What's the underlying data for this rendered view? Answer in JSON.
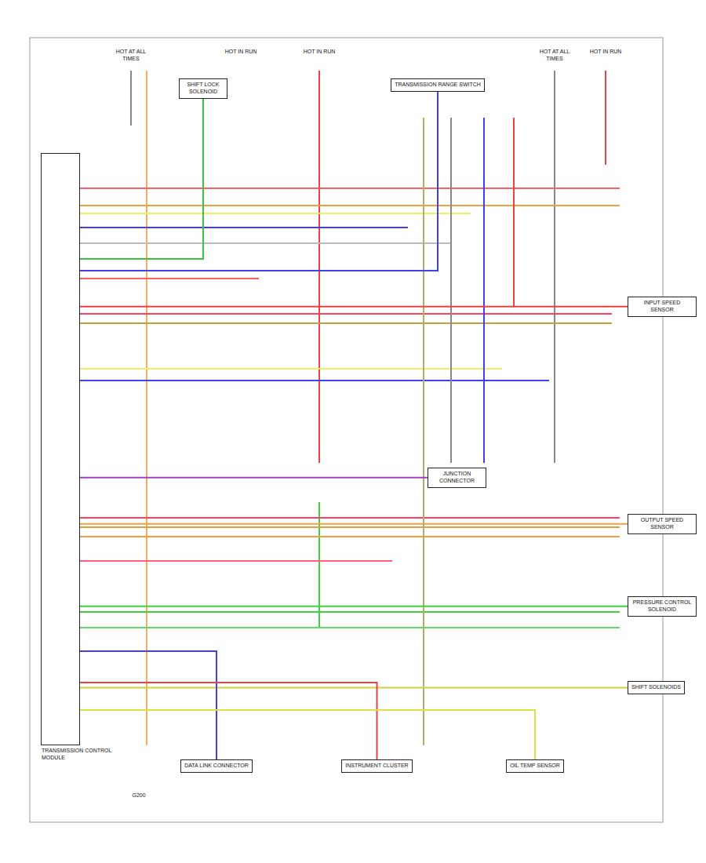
{
  "diagram": {
    "nodes": [
      {
        "text": [
          "TRANSMISSION CONTROL MODULE"
        ]
      },
      {
        "text": [
          "SHIFT LOCK SOLENOID"
        ]
      },
      {
        "text": [
          "TRANSMISSION RANGE SWITCH"
        ]
      },
      {
        "text": [
          "INPUT SPEED SENSOR"
        ]
      },
      {
        "text": [
          "OUTPUT SPEED SENSOR"
        ]
      },
      {
        "text": [
          "PRESSURE CONTROL SOLENOID"
        ]
      },
      {
        "text": [
          "SHIFT SOLENOIDS"
        ]
      },
      {
        "text": [
          "DATA LINK CONNECTOR"
        ]
      },
      {
        "text": [
          "INSTRUMENT CLUSTER"
        ]
      },
      {
        "text": [
          "OIL TEMP SENSOR"
        ]
      },
      {
        "text": [
          "JUNCTION CONNECTOR"
        ]
      }
    ],
    "edges": [
      {
        "from": 0,
        "to": 1,
        "arrow": "none"
      },
      {
        "from": 0,
        "to": 2,
        "arrow": "none"
      },
      {
        "from": 0,
        "to": 3,
        "arrow": "none"
      },
      {
        "from": 0,
        "to": 4,
        "arrow": "none"
      },
      {
        "from": 0,
        "to": 5,
        "arrow": "none"
      },
      {
        "from": 0,
        "to": 6,
        "arrow": "none"
      },
      {
        "from": 0,
        "to": 7,
        "arrow": "none"
      },
      {
        "from": 0,
        "to": 8,
        "arrow": "none"
      },
      {
        "from": 0,
        "to": 9,
        "arrow": "none"
      },
      {
        "from": 0,
        "to": 10,
        "arrow": "none"
      }
    ],
    "labels": [
      "HOT AT ALL TIMES",
      "HOT IN RUN",
      "HOT IN RUN",
      "HOT AT ALL TIMES",
      "HOT IN RUN",
      "G200"
    ]
  }
}
